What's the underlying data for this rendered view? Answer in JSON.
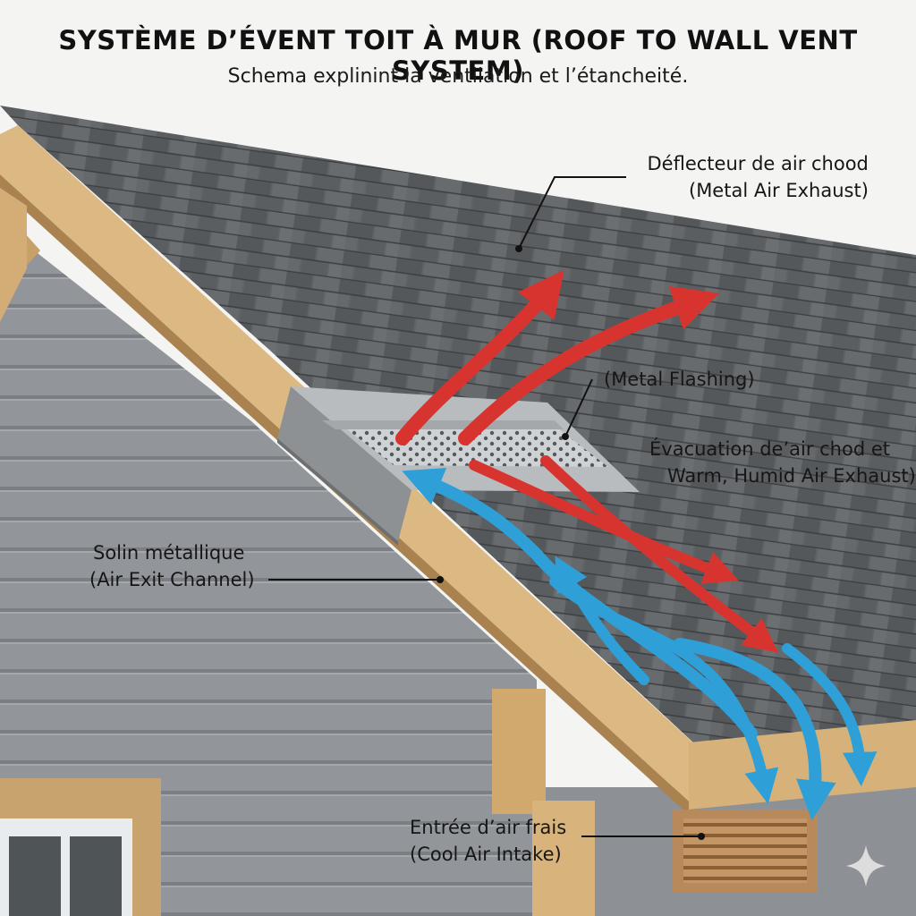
{
  "title": "SYSTÈME D’ÉVENT TOIT À MUR (ROOF TO WALL VENT SYSTEM)",
  "subtitle": "Schema explinint la ventilation et l’étancheité.",
  "labels": {
    "deflector": {
      "line1": "Déflecteur de air chood",
      "line2": "(Metal Air Exhaust)"
    },
    "flashing": {
      "line1": "(Metal Flashing)"
    },
    "exhaust": {
      "line1": "Évacuation de’air chod et",
      "line2": "Warm, Humid Air Exhaust)"
    },
    "solin": {
      "line1": "Solin métallique",
      "line2": "(Air Exit Channel)"
    },
    "intake": {
      "line1": "Entrée d’air frais",
      "line2": "(Cool Air Intake)"
    }
  },
  "colors": {
    "warm_air": "#d7342f",
    "cool_air": "#2f9fd8",
    "shingles": "#5d5f62",
    "siding": "#8f9398",
    "wood": "#d9b57e",
    "metal": "#b9bcbf"
  },
  "icons": {
    "corner": "sparkle-icon"
  }
}
